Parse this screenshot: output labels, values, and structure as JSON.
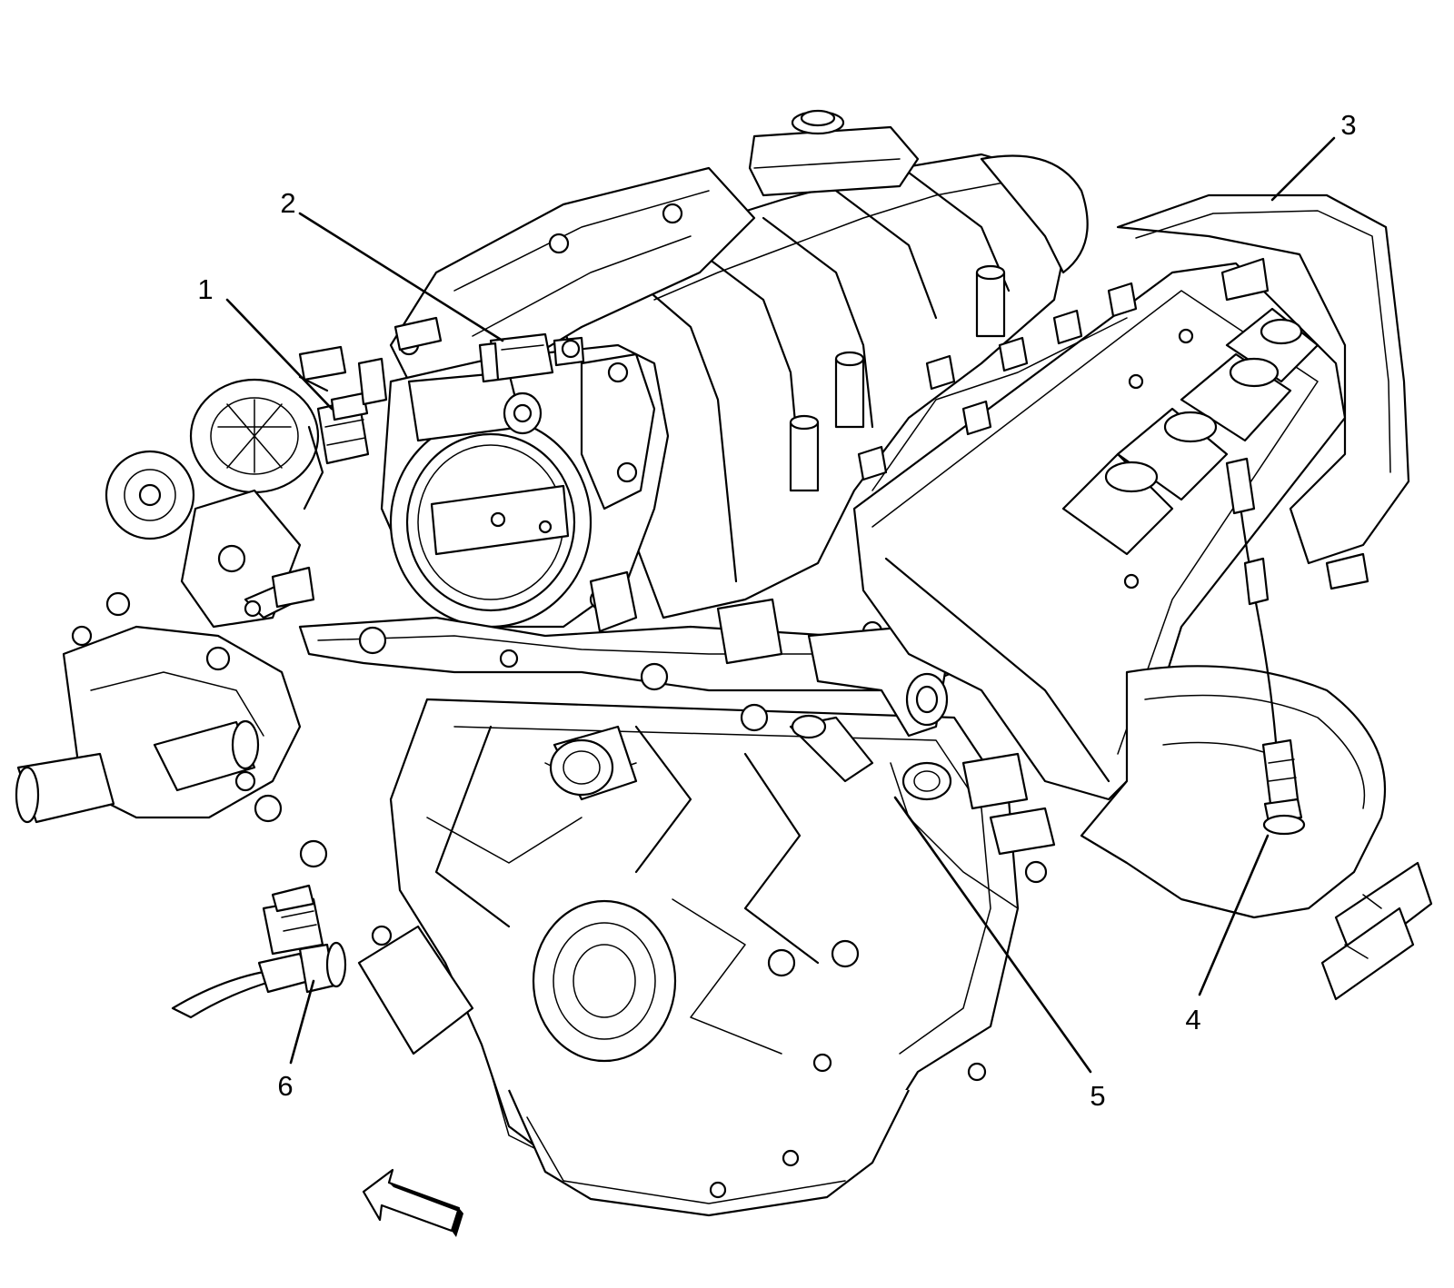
{
  "callouts": [
    {
      "id": 1,
      "label": "1"
    },
    {
      "id": 2,
      "label": "2"
    },
    {
      "id": 3,
      "label": "3"
    },
    {
      "id": 4,
      "label": "4"
    },
    {
      "id": 5,
      "label": "5"
    },
    {
      "id": 6,
      "label": "6"
    }
  ],
  "icons": {
    "direction": "front-direction-arrow-icon"
  },
  "colors": {
    "line": "#000000",
    "background": "#ffffff"
  }
}
